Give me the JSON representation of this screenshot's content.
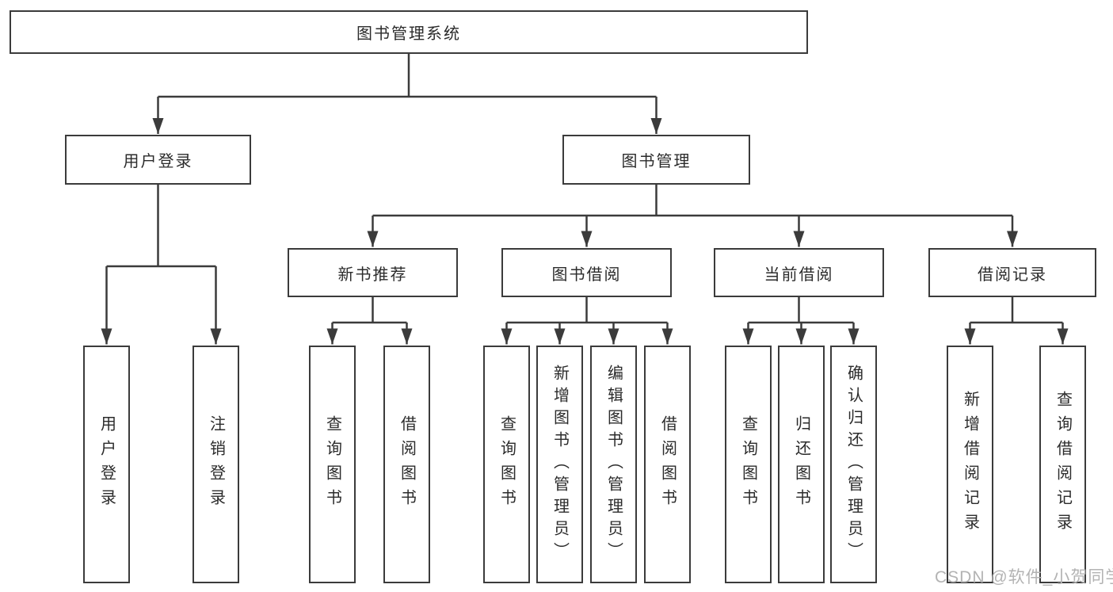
{
  "nodes": {
    "root": "图书管理系统",
    "user_login": "用户登录",
    "book_management": "图书管理",
    "new_book_recommend": "新书推荐",
    "book_borrow": "图书借阅",
    "current_borrow": "当前借阅",
    "borrow_records": "借阅记录",
    "user_login_leaf": "用户登录",
    "logout_leaf": "注销登录",
    "nb_query_books": "查询图书",
    "nb_borrow_books": "借阅图书",
    "bb_query_books": "查询图书",
    "bb_add_books": "新增图书（管理员）",
    "bb_edit_books": "编辑图书（管理员）",
    "bb_borrow_books": "借阅图书",
    "cb_query_books": "查询图书",
    "cb_return_books": "归还图书",
    "cb_confirm_return": "确认归还（管理员）",
    "br_add_record": "新增借阅记录",
    "br_query_record": "查询借阅记录"
  },
  "watermark": "CSDN @软件_小贺同学",
  "colors": {
    "line": "#3b3b3b",
    "box_border": "#3b3b3b",
    "box_fill": "#ffffff",
    "text": "#2b2b2b",
    "watermark": "#b3b3b3",
    "background": "#ffffff"
  }
}
